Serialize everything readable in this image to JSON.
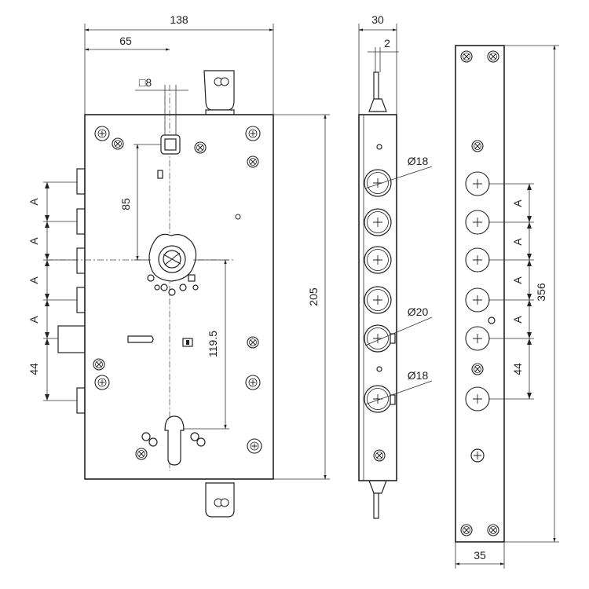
{
  "drawing": {
    "front_view": {
      "width_total": "138",
      "width_to_spindle": "65",
      "spindle_square": "□8",
      "spindle_to_handle": "85",
      "handle_to_cylinder": "119.5",
      "height": "205",
      "pitch_labels": [
        "A",
        "A",
        "A",
        "A"
      ],
      "bottom_pitch": "44"
    },
    "side_view": {
      "thickness": "30",
      "offset": "2",
      "bolt_dia_top": "Ø18",
      "bolt_dia_mid": "Ø20",
      "bolt_dia_bottom": "Ø18"
    },
    "strike_plate": {
      "height": "356",
      "width": "35",
      "pitch_labels": [
        "A",
        "A",
        "A",
        "A"
      ],
      "bottom_pitch": "44"
    }
  }
}
